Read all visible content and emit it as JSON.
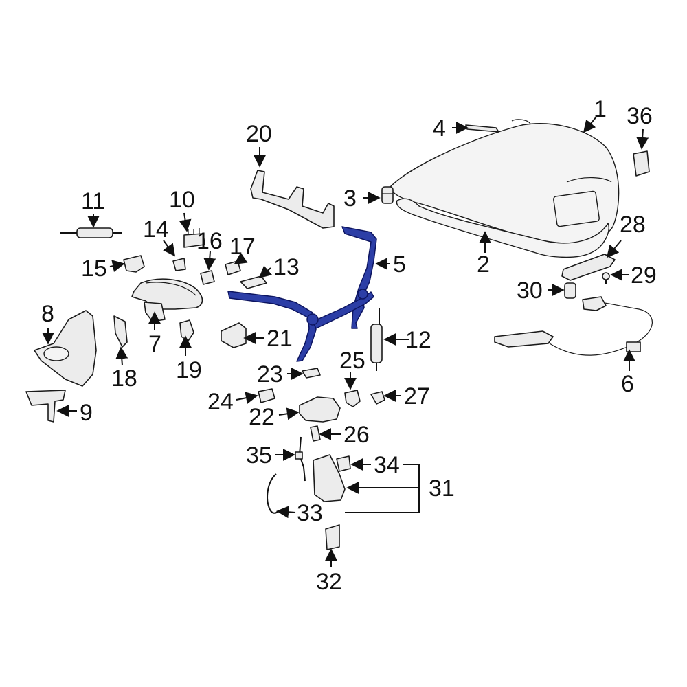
{
  "callouts": [
    "1",
    "2",
    "3",
    "4",
    "5",
    "6",
    "7",
    "8",
    "9",
    "10",
    "11",
    "12",
    "13",
    "14",
    "15",
    "16",
    "17",
    "18",
    "19",
    "20",
    "21",
    "22",
    "23",
    "24",
    "25",
    "26",
    "27",
    "28",
    "29",
    "30",
    "31",
    "32",
    "33",
    "34",
    "35",
    "36"
  ],
  "colors": {
    "highlight": "#2c3ea6",
    "line": "#111111",
    "part_fill": "#ececec"
  }
}
